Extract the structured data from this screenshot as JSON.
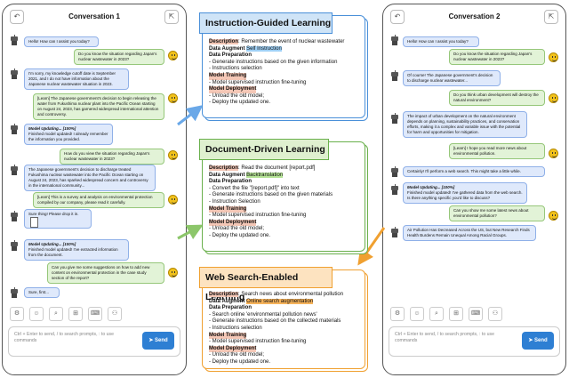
{
  "left_phone": {
    "title": "Conversation 1",
    "messages": [
      {
        "role": "bot",
        "text": "Hello! How can I assist you today?"
      },
      {
        "role": "user",
        "text": "Do you know the situation regarding Japan's nuclear wastewater in 2023?"
      },
      {
        "role": "bot",
        "text": "I'm sorry, my knowledge cutoff date is September 2021, and I do not have information about the Japanese nuclear wastewater situation in 2023."
      },
      {
        "role": "user",
        "text": "[Learn] The Japanese government's decision to begin releasing the water from Fukushima nuclear plant into the Pacific Ocean starting on August 24, 2023, has garnered widespread international attention and controversy."
      },
      {
        "role": "bot",
        "update": "Model Updating... [100%]",
        "text": "Finished model updated! I already remember the information you provided."
      },
      {
        "role": "user",
        "text": "How do you view the situation regarding Japan's nuclear wastewater in 2023?"
      },
      {
        "role": "bot",
        "text": "The Japanese government's decision to discharge treated Fukushima nuclear wastewater into the Pacific Ocean starting on August 24, 2023, has sparked widespread concern and controversy in the international community..."
      },
      {
        "role": "user",
        "text": "[Learn] This is a survey and analysis on environmental protection compiled by our company, please read it carefully."
      },
      {
        "role": "bot",
        "text": "Sure thing! Please drop it in."
      },
      {
        "role": "bot",
        "update": "Model Updating... [100%]",
        "text": "Finished model updated! I've extracted information from the document."
      },
      {
        "role": "user",
        "text": "Can you give me some suggestions on how to add new content on environmental protection in the case study section of the report?"
      },
      {
        "role": "bot",
        "text": "Sure, first..."
      }
    ],
    "input_placeholder": "Ctrl + Enter to send, / to search prompts, : to use commands",
    "send_label": "Send",
    "tools": [
      "⚙",
      "☺",
      "⌕",
      "⊞",
      "⌨",
      "⚇"
    ]
  },
  "right_phone": {
    "title": "Conversation 2",
    "messages": [
      {
        "role": "bot",
        "text": "Hello! How can I assist you today?"
      },
      {
        "role": "user",
        "text": "Do you know the situation regarding Japan's nuclear wastewater in 2023?"
      },
      {
        "role": "bot",
        "text": "Of course! The Japanese government's decision to discharge nuclear wastewater..."
      },
      {
        "role": "user",
        "text": "Do you think urban development will destroy the natural environment?"
      },
      {
        "role": "bot",
        "text": "The impact of urban development on the natural environment depends on planning, sustainability practices, and conservation efforts, making it a complex and variable issue with the potential for harm and opportunities for mitigation."
      },
      {
        "role": "user",
        "text": "[Learn] I hope you read more news about environmental pollution."
      },
      {
        "role": "bot",
        "text": "Certainly! I'll perform a web search. This might take a little while."
      },
      {
        "role": "bot",
        "update": "Model Updating... [100%]",
        "text": "Finished model updated! I've gathered data from the web search. Is there anything specific you'd like to discuss?"
      },
      {
        "role": "user",
        "text": "Can you show me some latest news about environmental pollution?"
      },
      {
        "role": "bot",
        "text": "Air Pollution Has Decreased Across the US, but New Research Finds Health Burdens Remain Unequal Among Racial Groups."
      }
    ],
    "tools": [
      "⚙",
      "☺",
      "⌕",
      "⊞",
      "⌨",
      "⚇"
    ],
    "input_placeholder": "Ctrl + Enter to send, / to search prompts, : to use commands",
    "send_label": "Send"
  },
  "panels": [
    {
      "title": "Instruction-Guided Learning",
      "color": "#4a90d9",
      "hdr_bg": "#cfe4f7",
      "description_label": "Description",
      "description": ": Remember the event of nuclear wastewater",
      "augment_label": "Data Augment",
      "augment": "Self Instruction",
      "prep_label": "Data Preparation",
      "prep_items": [
        "- Generate instructions based on the given information",
        "- Instructions selection"
      ],
      "training_label": "Model Training",
      "training_items": [
        "- Model supervised instruction fine-tuning"
      ],
      "deploy_label": "Model Deployment",
      "deploy_items": [
        "- Unload the old model;",
        "- Deploy the updated one."
      ]
    },
    {
      "title": "Document-Driven Learning",
      "color": "#6ab04c",
      "hdr_bg": "#dff0cf",
      "description_label": "Description",
      "description": ": Read the document [report.pdf]",
      "augment_label": "Data Augment",
      "augment": "Backtranslation",
      "prep_label": "Data Preparation",
      "prep_items": [
        "- Convert the file \"[report.pdf]\" into text",
        "- Generate instructions based on the given materials",
        "- Instruction Selection"
      ],
      "training_label": "Model Training",
      "training_items": [
        "- Model supervised instruction fine-tuning"
      ],
      "deploy_label": "Model Deployment",
      "deploy_items": [
        "- Unload the old model;",
        "- Deploy the updated one."
      ]
    },
    {
      "title": "Web Search-Enabled Learning",
      "color": "#f0a030",
      "hdr_bg": "#fde3c0",
      "description_label": "Description",
      "description": ": Search news about environmental pollution",
      "augment_label": "Data Augment",
      "augment": "Online search augmentation",
      "prep_label": "Data Preparation",
      "prep_items": [
        "- Search online 'environmental pollution news'",
        "- Generate instructions based on the collected materials",
        "- Instructions selection"
      ],
      "training_label": "Model Training",
      "training_items": [
        "- Model supervised instruction fine-tuning"
      ],
      "deploy_label": "Model Deployment",
      "deploy_items": [
        "- Unload the old model;",
        "- Deploy the updated one."
      ]
    }
  ]
}
